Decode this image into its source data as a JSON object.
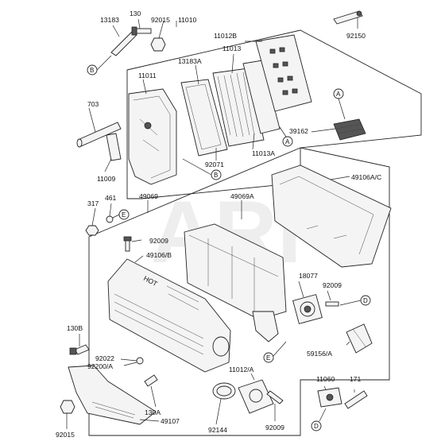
{
  "watermark": "ARI",
  "labels": {
    "p13183": "13183",
    "p130": "130",
    "p92015_top": "92015",
    "p11010": "11010",
    "p11012b": "11012B",
    "p92150": "92150",
    "p11013": "11013",
    "p13183a": "13183A",
    "p11011": "11011",
    "p703": "703",
    "p39162": "39162",
    "p11013a": "11013A",
    "p92071": "92071",
    "p11009": "11009",
    "p49106ac": "49106A/C",
    "p461": "461",
    "p317": "317",
    "p49069": "49069",
    "p49069a": "49069A",
    "p92009_a": "92009",
    "p49106b": "49106/B",
    "p18077": "18077",
    "p92009_b": "92009",
    "p130b": "130B",
    "p92022": "92022",
    "p92200a": "92200/A",
    "p59156a": "59156/A",
    "p11012a": "11012/A",
    "p11060": "11060",
    "p171": "171",
    "p130a": "130A",
    "p49107": "49107",
    "p92144": "92144",
    "p92009_c": "92009",
    "p92015_bot": "92015"
  },
  "callouts": {
    "a": "A",
    "b": "B",
    "d": "D",
    "e": "E"
  },
  "stamp_text": "HOT"
}
